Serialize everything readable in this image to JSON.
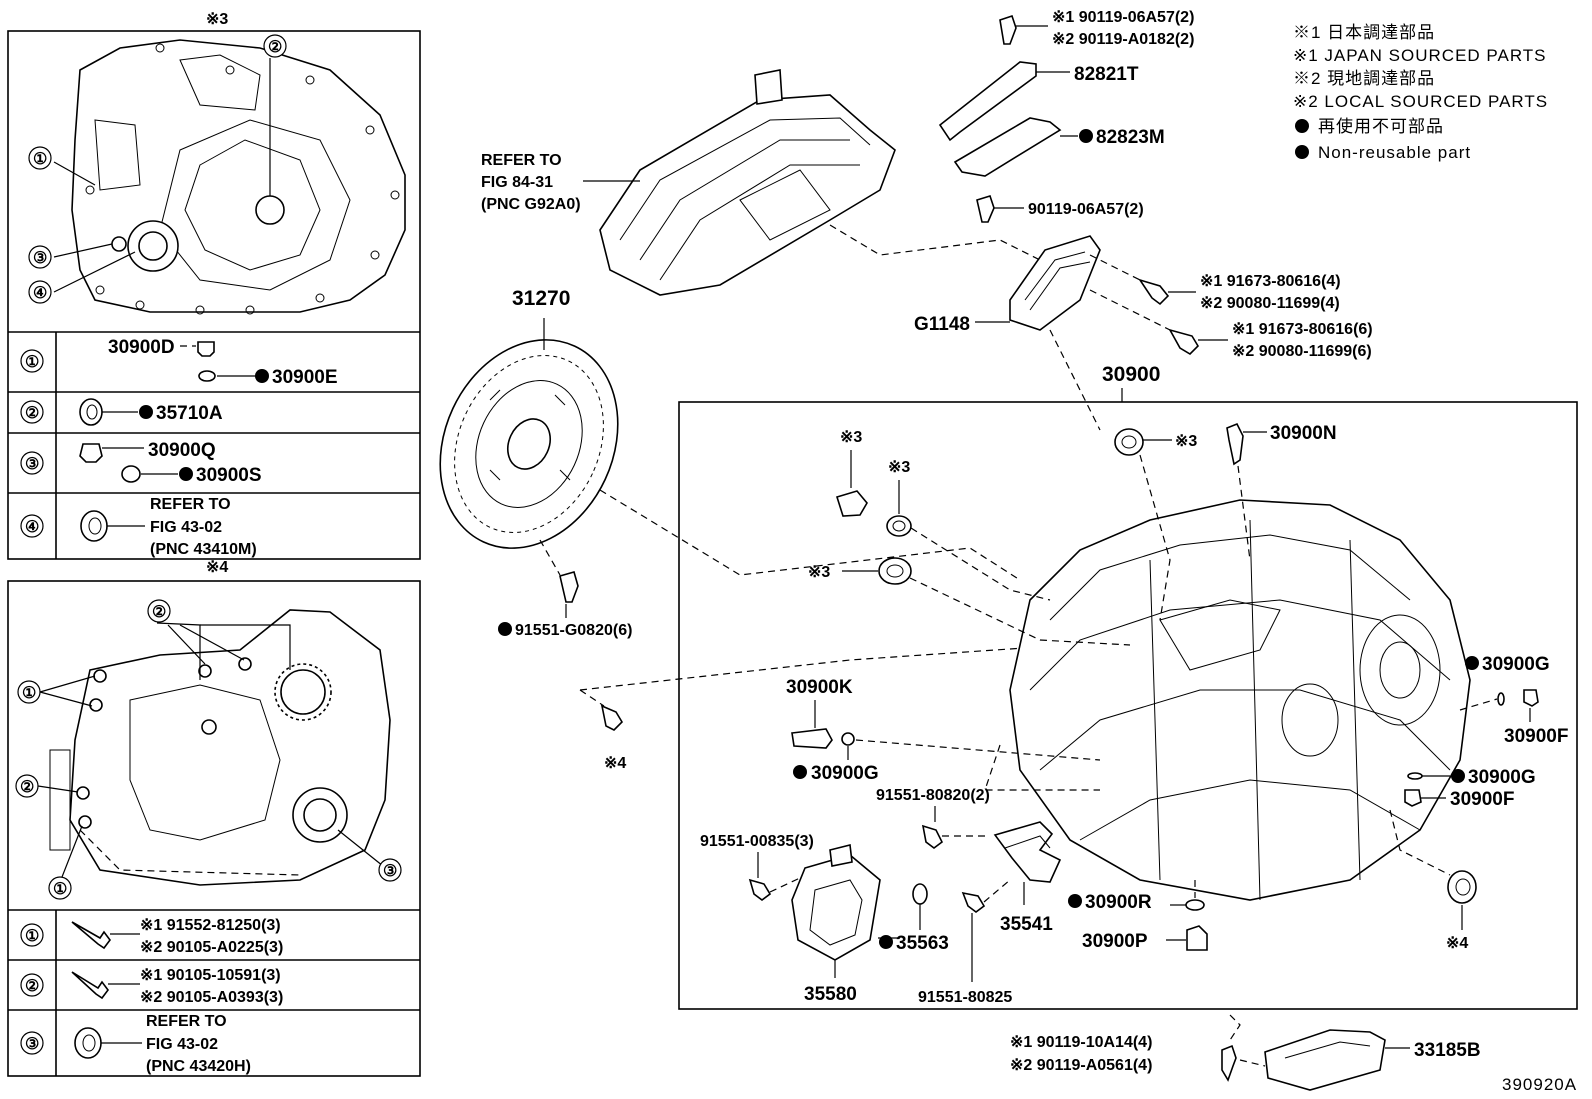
{
  "legend": {
    "l1": "※1 日本調達部品",
    "l2": "※1 JAPAN SOURCED PARTS",
    "l3": "※2 現地調達部品",
    "l4": "※2 LOCAL SOURCED PARTS",
    "l5": "再使用不可部品",
    "l6": "Non-reusable part"
  },
  "top_panel": {
    "title": "※3",
    "callouts": [
      "①",
      "②",
      "③",
      "④"
    ],
    "rows": [
      {
        "num": "①",
        "a": "30900D",
        "b": "30900E"
      },
      {
        "num": "②",
        "a": "35710A"
      },
      {
        "num": "③",
        "a": "30900Q",
        "b": "30900S"
      },
      {
        "num": "④",
        "r1": "REFER TO",
        "r2": "FIG 43-02",
        "r3": "(PNC 43410M)"
      }
    ]
  },
  "bottom_panel": {
    "title": "※4",
    "callouts": [
      "①",
      "②",
      "②",
      "①",
      "③"
    ],
    "rows": [
      {
        "num": "①",
        "a": "※1 91552-81250(3)",
        "b": "※2 90105-A0225(3)"
      },
      {
        "num": "②",
        "a": "※1 90105-10591(3)",
        "b": "※2 90105-A0393(3)"
      },
      {
        "num": "③",
        "r1": "REFER TO",
        "r2": "FIG 43-02",
        "r3": "(PNC 43420H)"
      }
    ]
  },
  "labels": {
    "refer84_1": "REFER TO",
    "refer84_2": "FIG 84-31",
    "refer84_3": "(PNC G92A0)",
    "b1a": "※1 90119-06A57(2)",
    "b1b": "※2 90119-A0182(2)",
    "p82821T": "82821T",
    "p82823M": "82823M",
    "b90119": "90119-06A57(2)",
    "b91673a": "※1 91673-80616(4)",
    "b90080a": "※2 90080-11699(4)",
    "b91673b": "※1 91673-80616(6)",
    "b90080b": "※2 90080-11699(6)",
    "pG1148": "G1148",
    "p31270": "31270",
    "p30900": "30900",
    "p91551G": "91551-G0820(6)",
    "x4a": "※4",
    "x3a": "※3",
    "x3b": "※3",
    "x3c": "※3",
    "x3d": "※3",
    "p30900N": "30900N",
    "p30900G1": "30900G",
    "p30900F1": "30900F",
    "p30900G2": "30900G",
    "p30900F2": "30900F",
    "p30900K": "30900K",
    "p30900G3": "30900G",
    "p91551_808": "91551-80820(2)",
    "p91551_008": "91551-00835(3)",
    "p35563": "35563",
    "p35541": "35541",
    "p35580": "35580",
    "p91551_825": "91551-80825",
    "p30900R": "30900R",
    "p30900P": "30900P",
    "x4b": "※4",
    "b90119_10": "※1 90119-10A14(4)",
    "b90119_A0": "※2 90119-A0561(4)",
    "p33185B": "33185B",
    "fig_id": "390920A"
  }
}
